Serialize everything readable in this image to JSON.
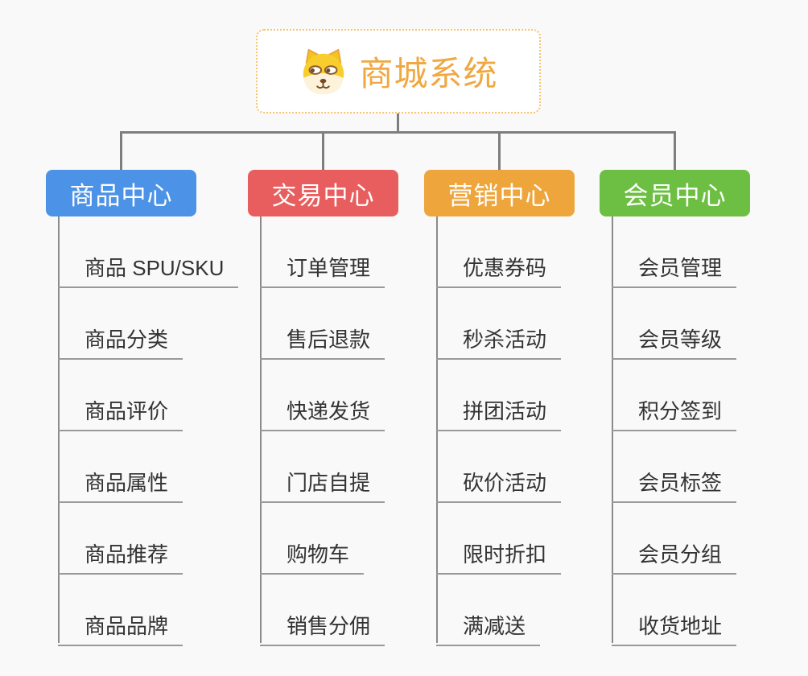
{
  "canvas": {
    "background_color": "#f9f9f9",
    "connector_color": "#7e7e7e",
    "underline_color": "#999999"
  },
  "root": {
    "title": "商城系统",
    "icon": "shiba-dog-icon",
    "title_color": "#f0a840",
    "border_color": "#f5c36d"
  },
  "branches": [
    {
      "label": "商品中心",
      "color": "#4c92e6",
      "items": [
        "商品 SPU/SKU",
        "商品分类",
        "商品评价",
        "商品属性",
        "商品推荐",
        "商品品牌"
      ]
    },
    {
      "label": "交易中心",
      "color": "#e85e5e",
      "items": [
        "订单管理",
        "售后退款",
        "快递发货",
        "门店自提",
        "购物车",
        "销售分佣"
      ]
    },
    {
      "label": "营销中心",
      "color": "#eea63c",
      "items": [
        "优惠券码",
        "秒杀活动",
        "拼团活动",
        "砍价活动",
        "限时折扣",
        "满减送"
      ]
    },
    {
      "label": "会员中心",
      "color": "#6dbf43",
      "items": [
        "会员管理",
        "会员等级",
        "积分签到",
        "会员标签",
        "会员分组",
        "收货地址"
      ]
    }
  ]
}
